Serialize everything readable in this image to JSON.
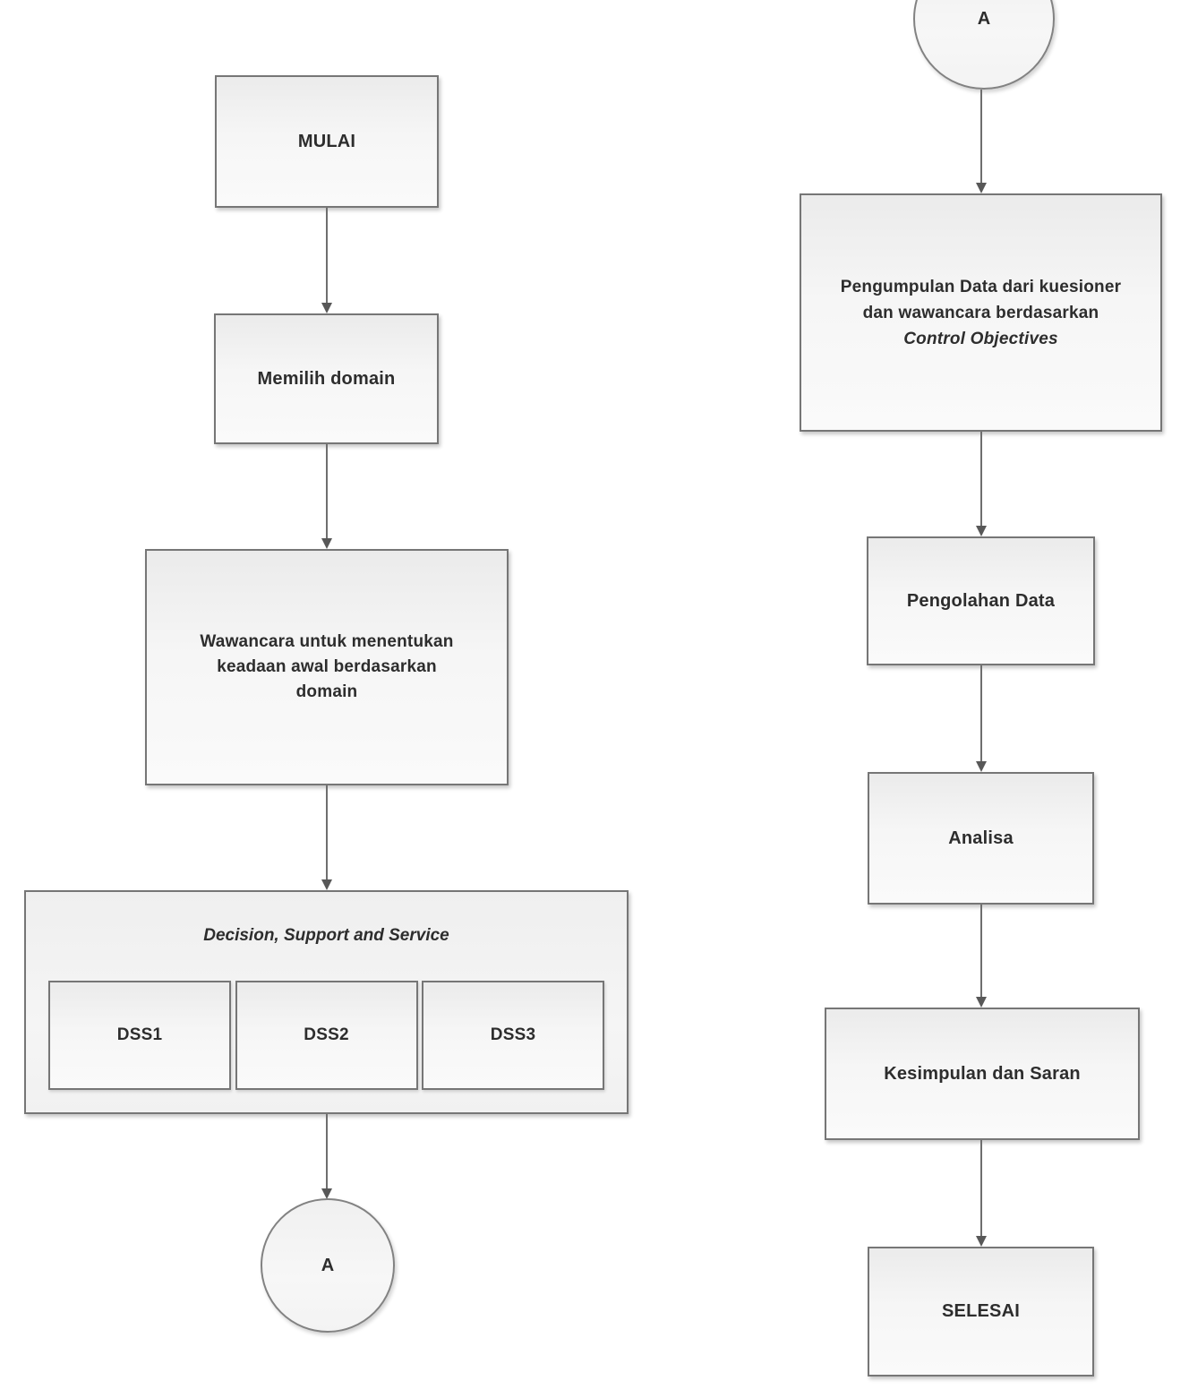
{
  "diagram": {
    "type": "flowchart",
    "colors": {
      "node_border": "#767676",
      "node_fill_top": "#ebebeb",
      "node_fill_bottom": "#fafafa",
      "arrow": "#6e6e6e",
      "text": "#2d2d2d",
      "background": "#ffffff"
    }
  },
  "nodes": {
    "mulai": {
      "label": "MULAI"
    },
    "memilih_domain": {
      "label": "Memilih domain"
    },
    "wawancara": {
      "label": "Wawancara untuk menentukan keadaan awal berdasarkan domain"
    },
    "dss_group": {
      "title": "Decision, Support and Service",
      "items": [
        {
          "label": "DSS1"
        },
        {
          "label": "DSS2"
        },
        {
          "label": "DSS3"
        }
      ]
    },
    "connector_a_bottom": {
      "label": "A"
    },
    "connector_a_top": {
      "label": "A"
    },
    "pengumpulan": {
      "line1": "Pengumpulan Data dari kuesioner",
      "line2": "dan wawancara berdasarkan",
      "line3_italic": "Control Objectives"
    },
    "pengolahan": {
      "label": "Pengolahan Data"
    },
    "analisa": {
      "label": "Analisa"
    },
    "kesimpulan": {
      "label": "Kesimpulan dan Saran"
    },
    "selesai": {
      "label": "SELESAI"
    }
  }
}
